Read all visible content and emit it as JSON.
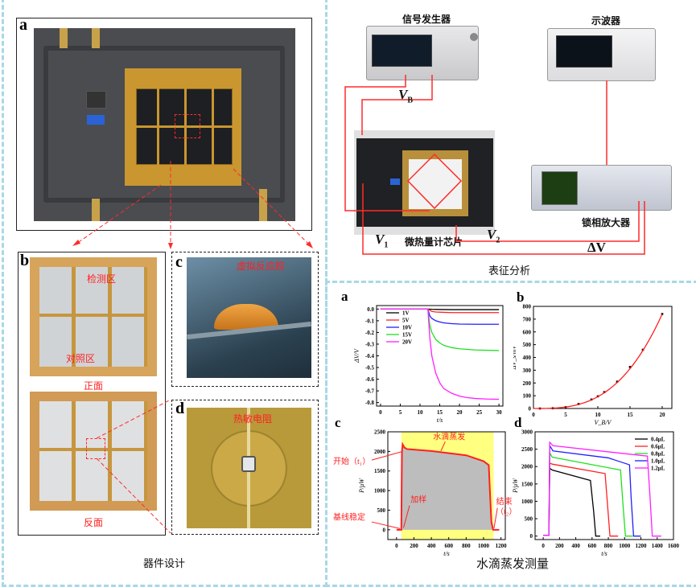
{
  "left": {
    "title": "器件设计",
    "a_label": "a",
    "b_label": "b",
    "c_label": "c",
    "d_label": "d",
    "b_front": "正面",
    "b_back": "反面",
    "b_detect": "检测区",
    "b_ref": "对照区",
    "c_chamber": "虚拟反应腔",
    "d_resistor": "热敏电阻"
  },
  "topright": {
    "title": "表征分析",
    "signal_gen": "信号发生器",
    "oscilloscope": "示波器",
    "lockin": "锁相放大器",
    "chip": "微热量计芯片",
    "vb": "V",
    "vb_sub": "B",
    "v1": "V",
    "v1_sub": "1",
    "v2": "V",
    "v2_sub": "2",
    "dv": "ΔV"
  },
  "bottomright": {
    "title": "水滴蒸发测量"
  },
  "colors": {
    "dashed_border": "#a8d8e6",
    "wire": "#ff2a2a",
    "highlight": "#ffff80"
  },
  "chart_data": [
    {
      "id": "a",
      "label": "a",
      "type": "line",
      "xlabel": "t/s",
      "ylabel": "ΔV/V",
      "xlim": [
        -1,
        31
      ],
      "ylim": [
        -0.83,
        0.03
      ],
      "xticks": [
        0,
        5,
        10,
        15,
        20,
        25,
        30
      ],
      "yticks": [
        0.0,
        -0.1,
        -0.2,
        -0.3,
        -0.4,
        -0.5,
        -0.6,
        -0.7,
        -0.8
      ],
      "ytick_decimals": 1,
      "legend": "top-left",
      "series": [
        {
          "name": "1V",
          "color": "#000000",
          "x": [
            0,
            12,
            13,
            14,
            16,
            18,
            20,
            24,
            30
          ],
          "y": [
            0,
            0,
            -0.002,
            -0.003,
            -0.004,
            -0.005,
            -0.005,
            -0.005,
            -0.005
          ]
        },
        {
          "name": "5V",
          "color": "#ff2020",
          "x": [
            0,
            12,
            13,
            14,
            16,
            18,
            20,
            24,
            30
          ],
          "y": [
            0,
            0,
            -0.02,
            -0.025,
            -0.028,
            -0.03,
            -0.03,
            -0.03,
            -0.03
          ]
        },
        {
          "name": "10V",
          "color": "#2020ff",
          "x": [
            0,
            12,
            12.5,
            13,
            14,
            15,
            16,
            18,
            20,
            24,
            30
          ],
          "y": [
            0,
            0,
            -0.06,
            -0.08,
            -0.1,
            -0.11,
            -0.118,
            -0.125,
            -0.128,
            -0.13,
            -0.13
          ]
        },
        {
          "name": "15V",
          "color": "#20e020",
          "x": [
            0,
            12,
            12.5,
            13,
            14,
            15,
            16,
            18,
            20,
            24,
            30
          ],
          "y": [
            0,
            0,
            -0.14,
            -0.2,
            -0.26,
            -0.29,
            -0.31,
            -0.33,
            -0.34,
            -0.35,
            -0.355
          ]
        },
        {
          "name": "20V",
          "color": "#ff20ff",
          "x": [
            0,
            12,
            12.5,
            13,
            14,
            15,
            16,
            18,
            20,
            22,
            24,
            27,
            30
          ],
          "y": [
            0,
            0,
            -0.25,
            -0.4,
            -0.55,
            -0.63,
            -0.68,
            -0.72,
            -0.745,
            -0.758,
            -0.765,
            -0.77,
            -0.772
          ]
        }
      ]
    },
    {
      "id": "b",
      "label": "b",
      "type": "scatter",
      "xlabel": "V_B/V",
      "ylabel": "ΔV_s/mV",
      "xlim": [
        0,
        21.5
      ],
      "ylim": [
        0,
        800
      ],
      "xticks": [
        0,
        5,
        10,
        15,
        20
      ],
      "yticks": [
        0,
        100,
        200,
        300,
        400,
        500,
        600,
        700,
        800
      ],
      "ytick_decimals": 0,
      "series": [
        {
          "name": "data",
          "color": "#000000",
          "x": [
            1,
            3,
            5,
            7,
            9,
            10,
            11,
            13,
            15,
            17,
            20
          ],
          "y": [
            0,
            2,
            10,
            35,
            70,
            95,
            128,
            210,
            325,
            460,
            740
          ]
        },
        {
          "name": "fit",
          "color": "#ff2020",
          "fit": "cubic",
          "coef": 0.0925
        }
      ]
    },
    {
      "id": "c",
      "label": "c",
      "type": "area",
      "xlabel": "t/s",
      "ylabel": "P/μW",
      "xlim": [
        -100,
        1250
      ],
      "ylim": [
        -250,
        2500
      ],
      "xticks": [
        0,
        200,
        400,
        600,
        800,
        1000,
        1200
      ],
      "yticks": [
        0,
        500,
        1000,
        1500,
        2000,
        2500
      ],
      "ytick_decimals": 0,
      "highlight": [
        55,
        1115
      ],
      "series": [
        {
          "name": "P",
          "color": "#ff2020",
          "x": [
            0,
            55,
            62,
            70,
            90,
            120,
            400,
            800,
            1000,
            1060,
            1075,
            1090,
            1110,
            1180
          ],
          "y": [
            0,
            0,
            1990,
            2180,
            2100,
            2060,
            2010,
            1900,
            1750,
            1650,
            900,
            200,
            0,
            0
          ]
        }
      ],
      "annotations": [
        "水滴蒸发",
        "开始（t₁）",
        "加样",
        "基线稳定",
        "结束",
        "（t₂）"
      ]
    },
    {
      "id": "d",
      "label": "d",
      "type": "line",
      "xlabel": "t/s",
      "ylabel": "P/μW",
      "xlim": [
        -100,
        1600
      ],
      "ylim": [
        -100,
        3000
      ],
      "xticks": [
        0,
        200,
        400,
        600,
        800,
        1000,
        1200,
        1400,
        1600
      ],
      "yticks": [
        0,
        500,
        1000,
        1500,
        2000,
        2500,
        3000
      ],
      "ytick_decimals": 0,
      "legend": "top-right",
      "series": [
        {
          "name": "0.4μL",
          "color": "#000000",
          "x": [
            0,
            70,
            80,
            110,
            580,
            620,
            645,
            700
          ],
          "y": [
            20,
            20,
            1950,
            1900,
            1600,
            700,
            0,
            0
          ]
        },
        {
          "name": "0.6μL",
          "color": "#ff2020",
          "x": [
            0,
            70,
            80,
            110,
            760,
            790,
            820,
            920
          ],
          "y": [
            20,
            20,
            2100,
            2070,
            1800,
            900,
            0,
            0
          ]
        },
        {
          "name": "0.8μL",
          "color": "#20e020",
          "x": [
            0,
            70,
            80,
            110,
            950,
            980,
            1010,
            1100
          ],
          "y": [
            20,
            20,
            2400,
            2270,
            1900,
            900,
            0,
            0
          ]
        },
        {
          "name": "1.0μL",
          "color": "#2020ff",
          "x": [
            0,
            70,
            80,
            120,
            800,
            1060,
            1080,
            1110,
            1200
          ],
          "y": [
            20,
            20,
            2600,
            2450,
            2250,
            2050,
            1100,
            0,
            0
          ]
        },
        {
          "name": "1.2μL",
          "color": "#ff20ff",
          "x": [
            0,
            70,
            80,
            120,
            1280,
            1310,
            1340,
            1450
          ],
          "y": [
            20,
            20,
            2700,
            2600,
            2300,
            1200,
            0,
            0
          ]
        }
      ]
    }
  ]
}
